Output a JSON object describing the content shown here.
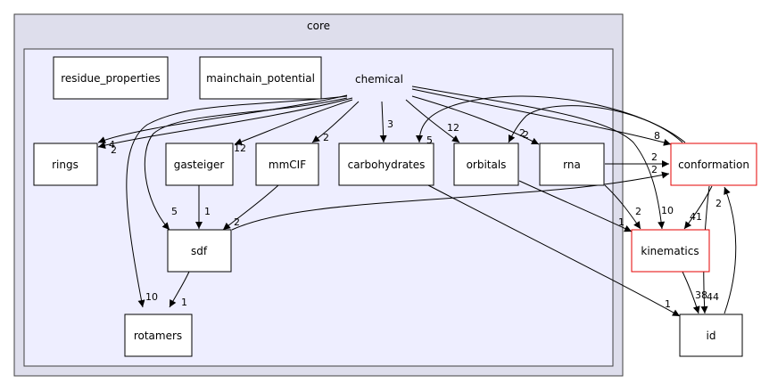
{
  "graph": {
    "outer_cluster_label": "core",
    "inner_cluster_label": "chemical",
    "colors": {
      "outer_fill": "#dedeec",
      "outer_stroke": "#404040",
      "inner_fill": "#eeeeff",
      "inner_stroke": "#404040",
      "node_fill": "#ffffff",
      "node_stroke": "#000000",
      "external_stroke": "#e60000"
    },
    "nodes": {
      "residue_properties": "residue_properties",
      "mainchain_potential": "mainchain_potential",
      "rings": "rings",
      "gasteiger": "gasteiger",
      "mmCIF": "mmCIF",
      "carbohydrates": "carbohydrates",
      "orbitals": "orbitals",
      "rna": "rna",
      "sdf": "sdf",
      "rotamers": "rotamers",
      "conformation": "conformation",
      "kinematics": "kinematics",
      "id": "id"
    },
    "edge_labels": {
      "chem_rings_a": "4",
      "chem_rings_b": "2",
      "chem_gasteiger": "12",
      "chem_mmcif": "2",
      "chem_carbohydrates": "3",
      "conf_carbohydrates": "5",
      "chem_orbitals": "12",
      "conf_orbitals": "2",
      "chem_rna": "2",
      "chem_sdf": "5",
      "chem_rotamers": "10",
      "gasteiger_sdf": "1",
      "mmcif_sdf": "2",
      "sdf_rotamers": "1",
      "chem_conformation": "8",
      "rna_conformation": "2",
      "sdf_conformation": "2",
      "chem_kinematics": "10",
      "rna_kinematics": "2",
      "orbitals_kinematics": "1",
      "conf_kinematics": "41",
      "carbohydrates_id": "1",
      "kinematics_id": "38",
      "conf_id": "44",
      "id_conformation": "2"
    }
  }
}
